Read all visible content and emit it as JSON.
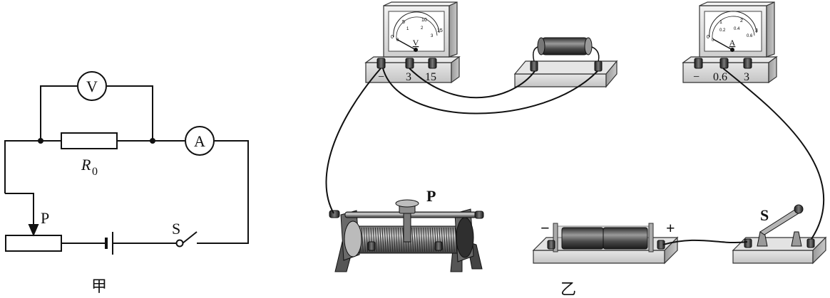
{
  "figure_a": {
    "caption": "甲",
    "voltmeter_symbol": "V",
    "ammeter_symbol": "A",
    "resistor_label": "R",
    "resistor_subscript": "0",
    "slider_label": "P",
    "switch_label": "S"
  },
  "figure_b": {
    "caption": "乙",
    "voltmeter": {
      "unit": "V",
      "terminals": [
        "−",
        "3",
        "15"
      ],
      "scale_outer": [
        "0",
        "5",
        "10",
        "15"
      ],
      "scale_inner": [
        "0",
        "1",
        "2",
        "3"
      ]
    },
    "ammeter": {
      "unit": "A",
      "terminals": [
        "−",
        "0.6",
        "3"
      ],
      "scale_outer": [
        "0",
        "1",
        "2",
        "3"
      ],
      "scale_inner": [
        "0",
        "0.2",
        "0.4",
        "0.6"
      ]
    },
    "rheostat_label": "P",
    "battery_minus": "−",
    "battery_plus": "+",
    "switch_label": "S"
  }
}
